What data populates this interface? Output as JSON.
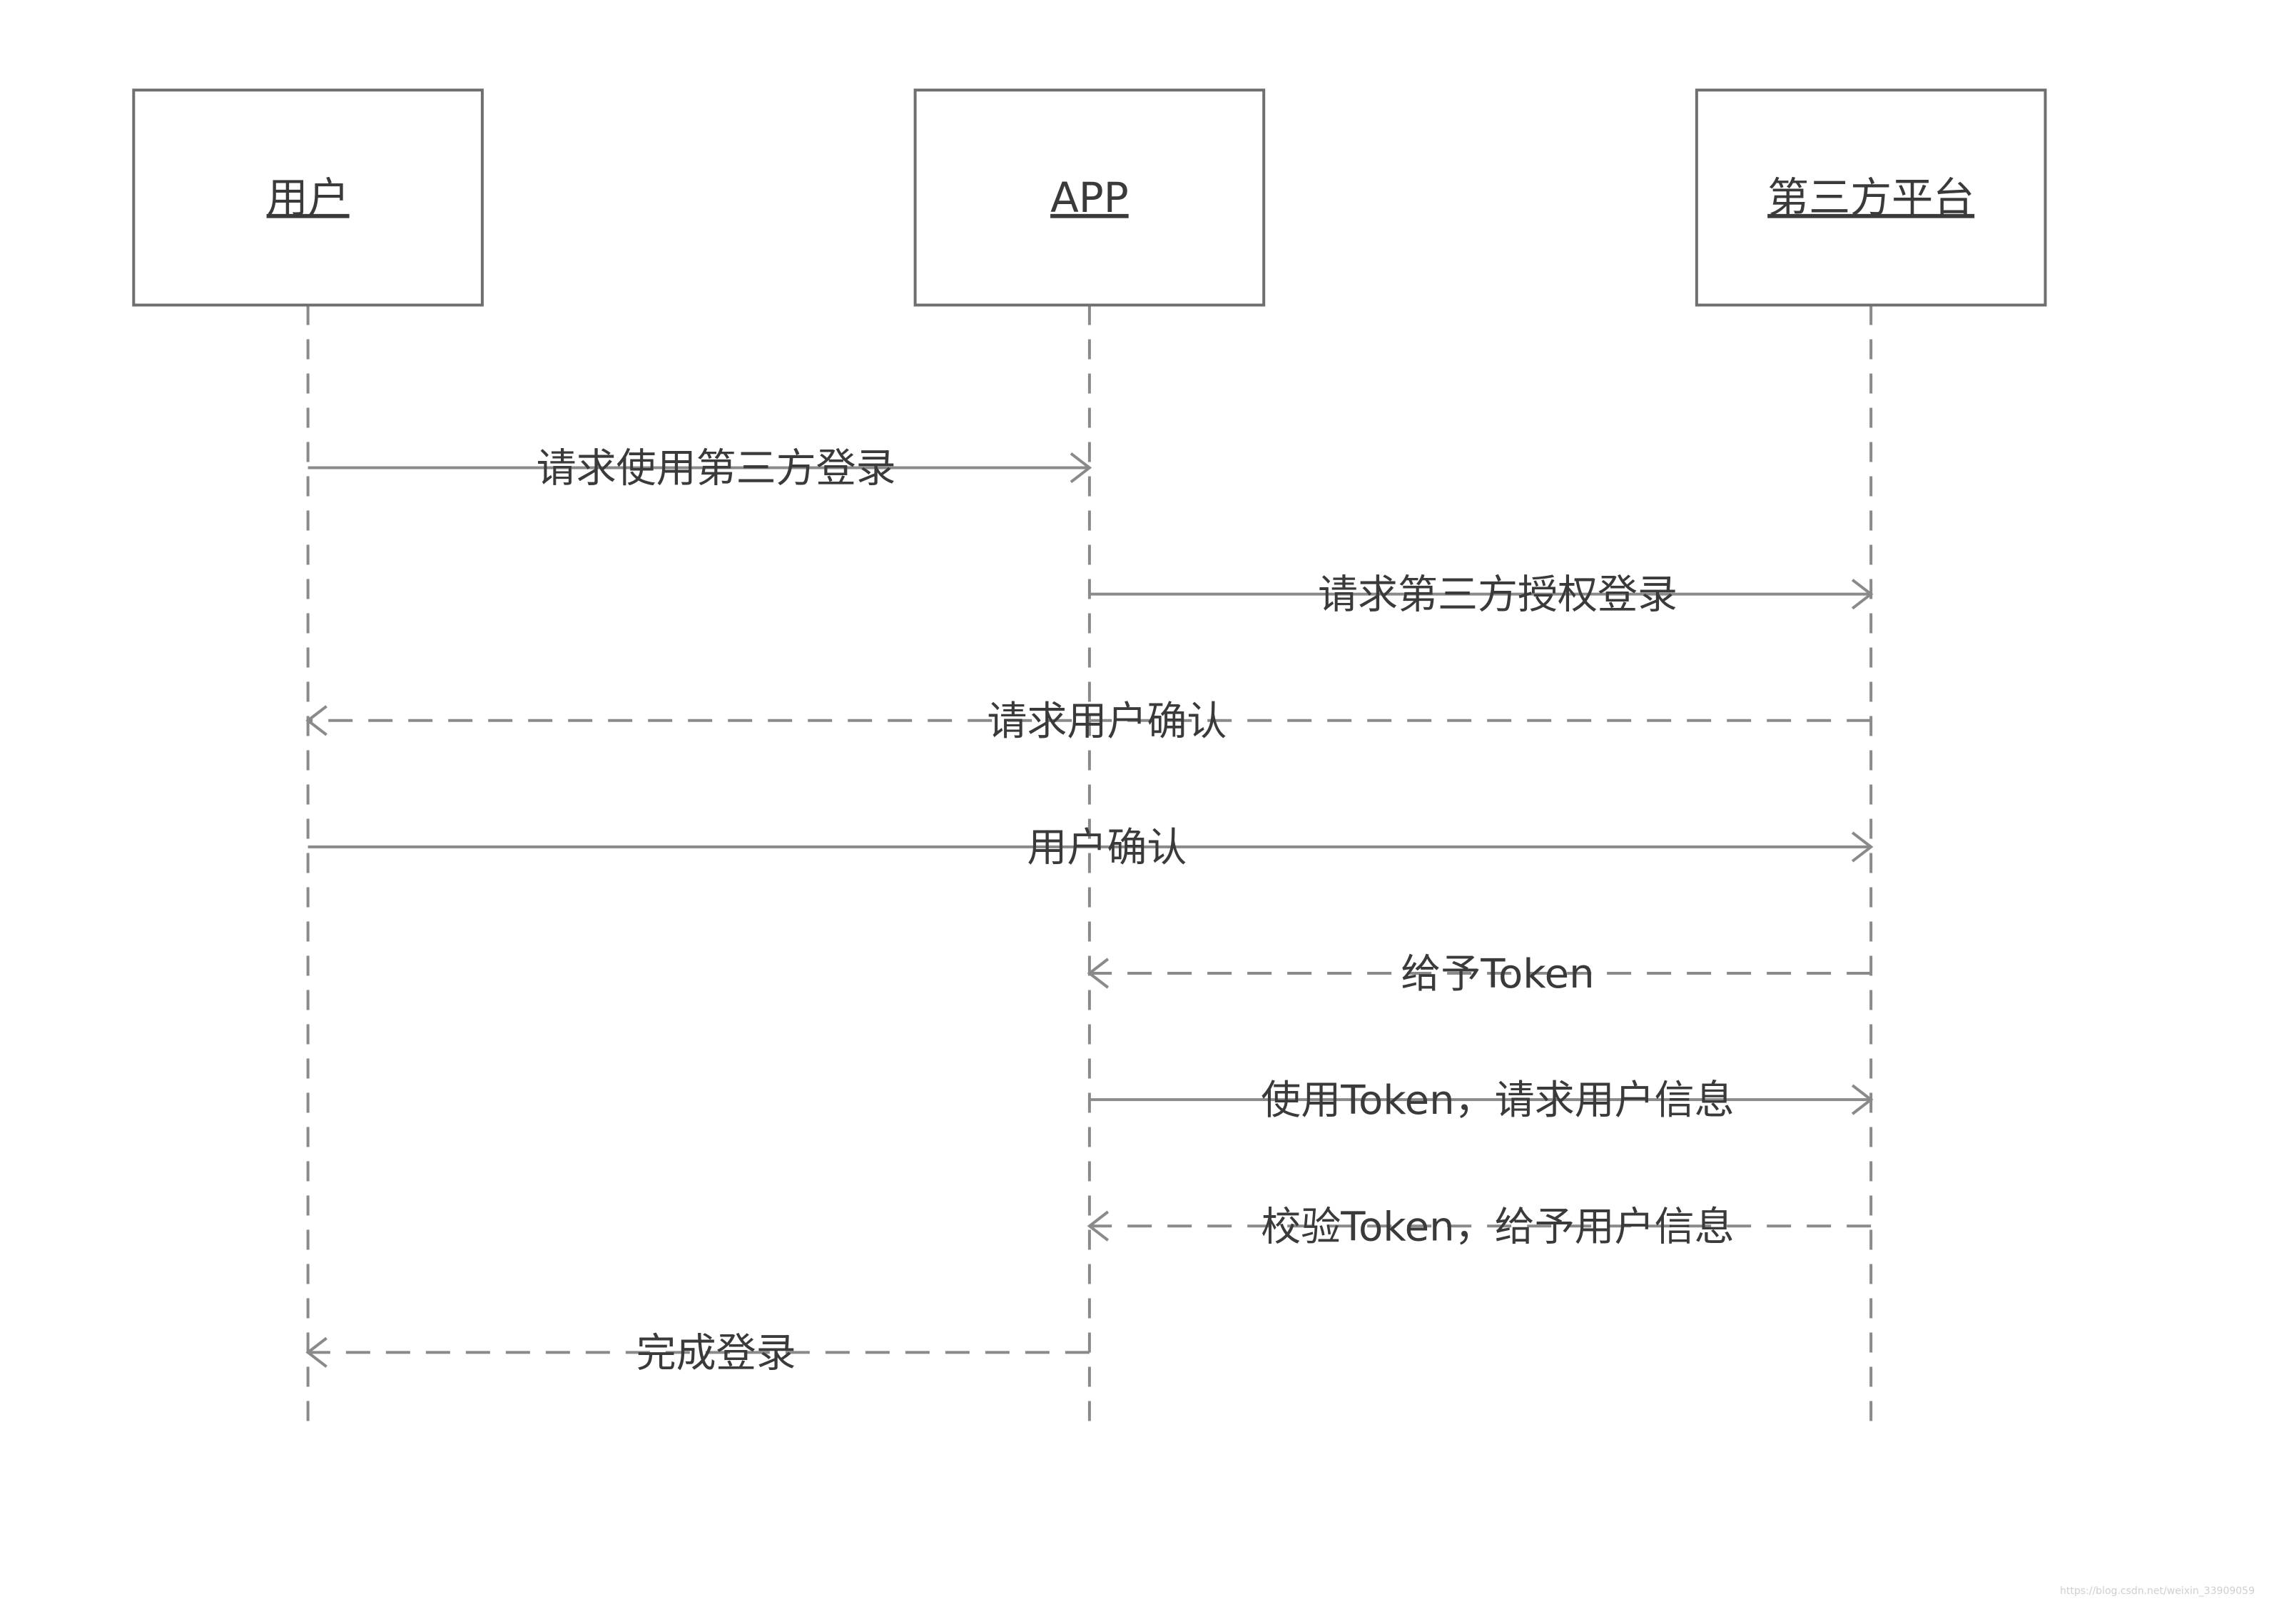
{
  "participants": [
    {
      "id": "user",
      "label": "用户"
    },
    {
      "id": "app",
      "label": "APP"
    },
    {
      "id": "third",
      "label": "第三方平台"
    }
  ],
  "messages": [
    {
      "from": "user",
      "to": "app",
      "label": "请求使用第三方登录",
      "style": "solid"
    },
    {
      "from": "app",
      "to": "third",
      "label": "请求第三方授权登录",
      "style": "solid"
    },
    {
      "from": "third",
      "to": "user",
      "label": "请求用户确认",
      "style": "dashed"
    },
    {
      "from": "user",
      "to": "third",
      "label": "用户确认",
      "style": "solid"
    },
    {
      "from": "third",
      "to": "app",
      "label": "给予Token",
      "style": "dashed"
    },
    {
      "from": "app",
      "to": "third",
      "label": "使用Token，请求用户信息",
      "style": "solid"
    },
    {
      "from": "third",
      "to": "app",
      "label": "校验Token，给予用户信息",
      "style": "dashed"
    },
    {
      "from": "app",
      "to": "user",
      "label": "完成登录",
      "style": "dashed"
    }
  ],
  "watermark": "https://blog.csdn.net/weixin_33909059",
  "colors": {
    "line": "#8a8a8a",
    "box_border": "#6f6f6f",
    "text": "#3a3a3a"
  }
}
